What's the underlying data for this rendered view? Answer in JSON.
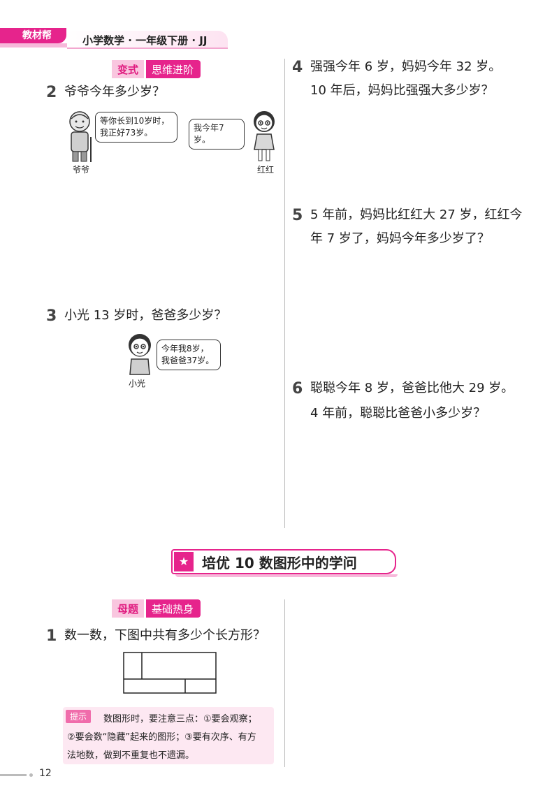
{
  "header": {
    "brand": "教材帮",
    "book_title": "小学数学 · 一年级下册 · JJ"
  },
  "variant_tag": {
    "label": "变式",
    "sub": "思维进阶"
  },
  "q2": {
    "num": "2",
    "text": "爷爷今年多少岁？",
    "grandpa_line1": "等你长到10岁时，",
    "grandpa_line2": "我正好73岁。",
    "grandpa_caption": "爷爷",
    "girl_bubble": "我今年7岁。",
    "girl_caption": "红红"
  },
  "q3": {
    "num": "3",
    "text": "小光 13 岁时，爸爸多少岁？",
    "boy_line1": "今年我8岁，",
    "boy_line2": "我爸爸37岁。",
    "boy_caption": "小光"
  },
  "q4": {
    "num": "4",
    "line1": "强强今年 6 岁，妈妈今年 32 岁。",
    "line2": "10 年后，妈妈比强强大多少岁？"
  },
  "q5": {
    "num": "5",
    "line1": "5 年前，妈妈比红红大 27 岁，红红今",
    "line2": "年 7 岁了，妈妈今年多少岁了？"
  },
  "q6": {
    "num": "6",
    "line1": "聪聪今年 8 岁，爸爸比他大 29 岁。",
    "line2": "4 年前，聪聪比爸爸小多少岁？"
  },
  "banner": {
    "star": "★",
    "title": "培优 10  数图形中的学问"
  },
  "mother_tag": {
    "label": "母题",
    "sub": "基础热身"
  },
  "m1": {
    "num": "1",
    "text": "数一数，下图中共有多少个长方形？"
  },
  "hint": {
    "label": "提示",
    "line1": "数图形时，要注意三点：①要会观察；",
    "line2": "②要会数“隐藏”起来的图形；③要有次序、有方",
    "line3": "法地数，做到不重复也不遗漏。"
  },
  "page_number": "12",
  "colors": {
    "accent": "#e6248c",
    "accent_light": "#f9c6df",
    "hint_bg": "#fde8f2"
  }
}
